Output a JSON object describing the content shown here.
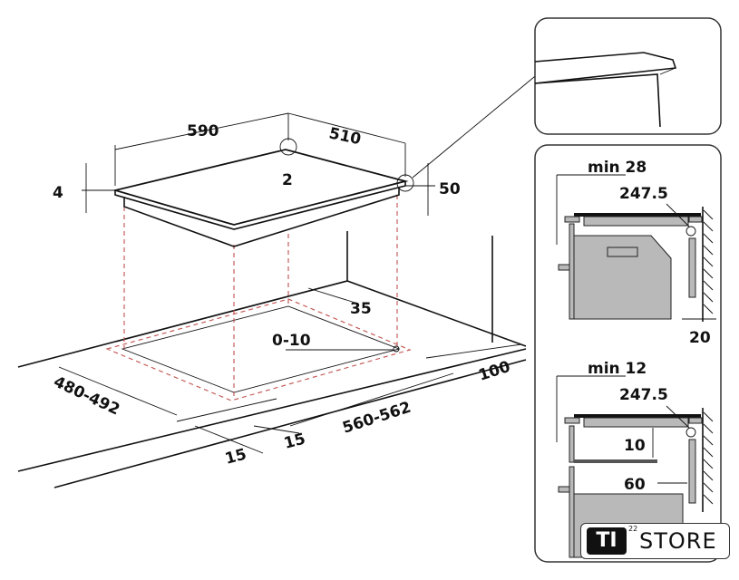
{
  "main_view": {
    "width_label": "590",
    "depth_label": "510",
    "corner_radius_label": "2",
    "thickness_label": "4",
    "height_label": "50",
    "rear_gap_label": "35",
    "radius_cutout_label": "0-10",
    "cutout_depth_label": "480-492",
    "cutout_width_label": "560-562",
    "front_margin_label": "100",
    "side_gap_left_label": "15",
    "side_gap_right_label": "15"
  },
  "detail_oven": {
    "min_label": "min 28",
    "dim_label": "247.5",
    "gap_label": "20"
  },
  "detail_drawer": {
    "min_label": "min 12",
    "dim_label": "247.5",
    "vertical_label": "10",
    "horizontal_label": "60"
  },
  "logo": {
    "brand": "TI",
    "superscript": "22",
    "store": "STORE"
  }
}
